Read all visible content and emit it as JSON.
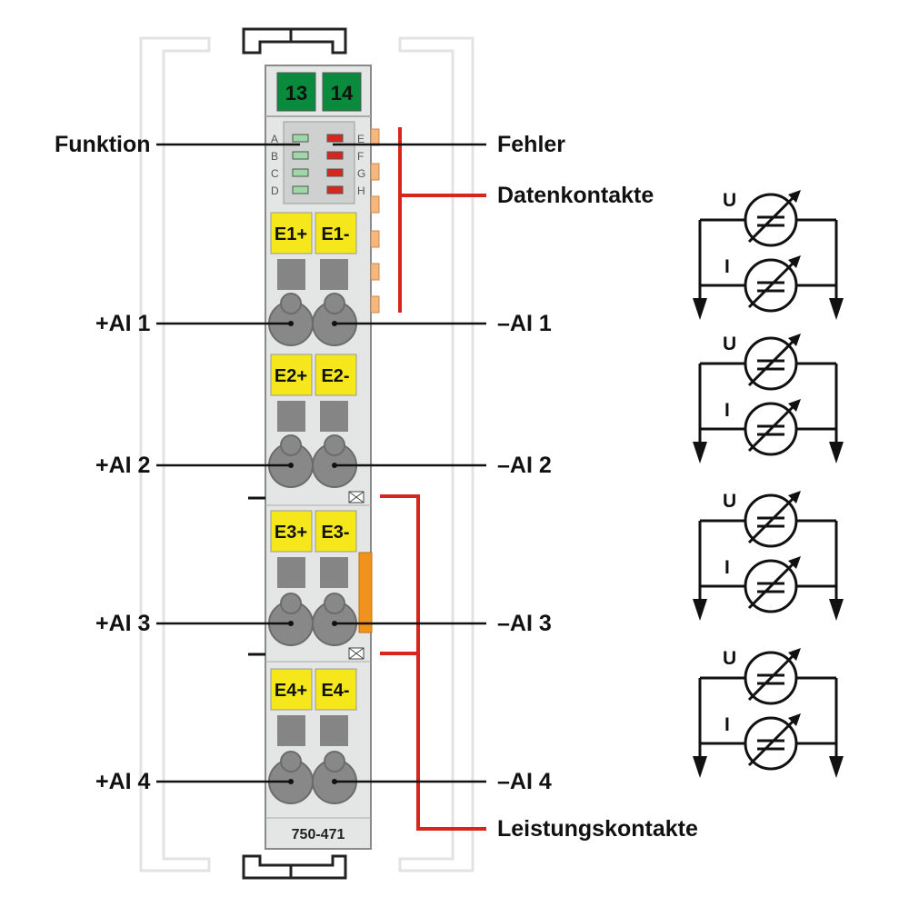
{
  "terminal": {
    "part_number": "750-471",
    "connectors": [
      "13",
      "14"
    ],
    "led_left": [
      "A",
      "B",
      "C",
      "D"
    ],
    "led_right": [
      "E",
      "F",
      "G",
      "H"
    ],
    "channels": [
      {
        "plus": "E1+",
        "minus": "E1-"
      },
      {
        "plus": "E2+",
        "minus": "E2-"
      },
      {
        "plus": "E3+",
        "minus": "E3-"
      },
      {
        "plus": "E4+",
        "minus": "E4-"
      }
    ]
  },
  "labels": {
    "funktion": "Funktion",
    "fehler": "Fehler",
    "datenkontakte": "Datenkontakte",
    "leistungskontakte": "Leistungskontakte",
    "left": [
      "+AI 1",
      "+AI 2",
      "+AI 3",
      "+AI 4"
    ],
    "right": [
      "–AI 1",
      "–AI 2",
      "–AI 3",
      "–AI 4"
    ]
  },
  "schematic": {
    "u": "U",
    "i": "I"
  },
  "colors": {
    "connector_green": "#0a8a3c",
    "label_yellow": "#f5e71c",
    "contact_red": "#d7261e",
    "led_green": "#9fd8a8",
    "led_red": "#d7261e",
    "data_contact_orange": "#f4b77d"
  }
}
